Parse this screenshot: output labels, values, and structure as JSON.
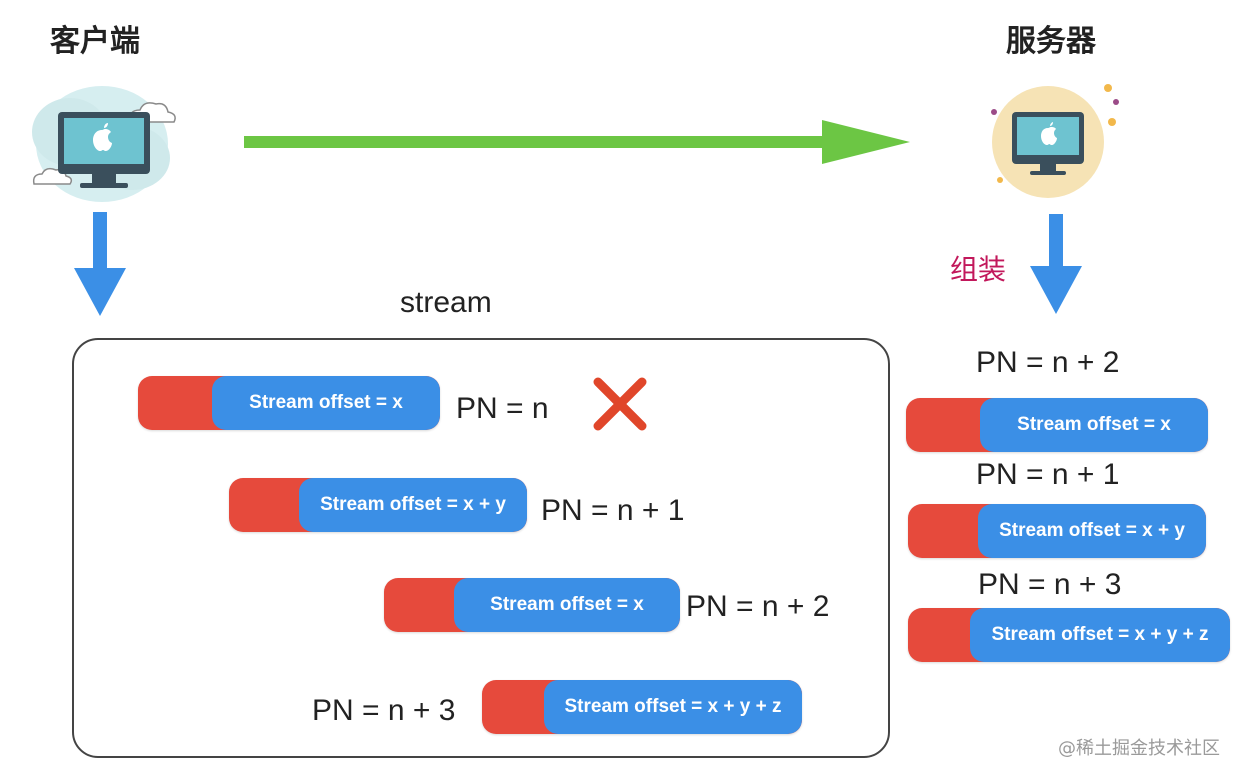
{
  "client": {
    "title": "客户端"
  },
  "server": {
    "title": "服务器",
    "assemble_label": "组装"
  },
  "stream_label": "stream",
  "client_packets": [
    {
      "offset": "Stream offset = x",
      "pn": "PN = n",
      "lost": true
    },
    {
      "offset": "Stream offset = x + y",
      "pn": "PN = n + 1",
      "lost": false
    },
    {
      "offset": "Stream offset = x",
      "pn": "PN = n + 2",
      "lost": false
    },
    {
      "offset": "Stream offset = x + y + z",
      "pn": "PN = n + 3",
      "lost": false
    }
  ],
  "server_packets": [
    {
      "pn": "PN = n + 2",
      "offset": "Stream offset = x"
    },
    {
      "pn": "PN = n + 1",
      "offset": "Stream offset = x + y"
    },
    {
      "pn": "PN = n + 3",
      "offset": "Stream offset = x + y + z"
    }
  ],
  "watermark": "@稀土掘金技术社区",
  "colors": {
    "packet_header": "#e64a3c",
    "packet_body": "#3b8fe6",
    "transfer_arrow": "#6cc644",
    "down_arrow": "#3b8fe6",
    "lost_mark": "#e0462a",
    "assemble_text": "#c2185b"
  },
  "icons": {
    "client": "computer-cloud-icon",
    "server": "computer-server-icon"
  }
}
